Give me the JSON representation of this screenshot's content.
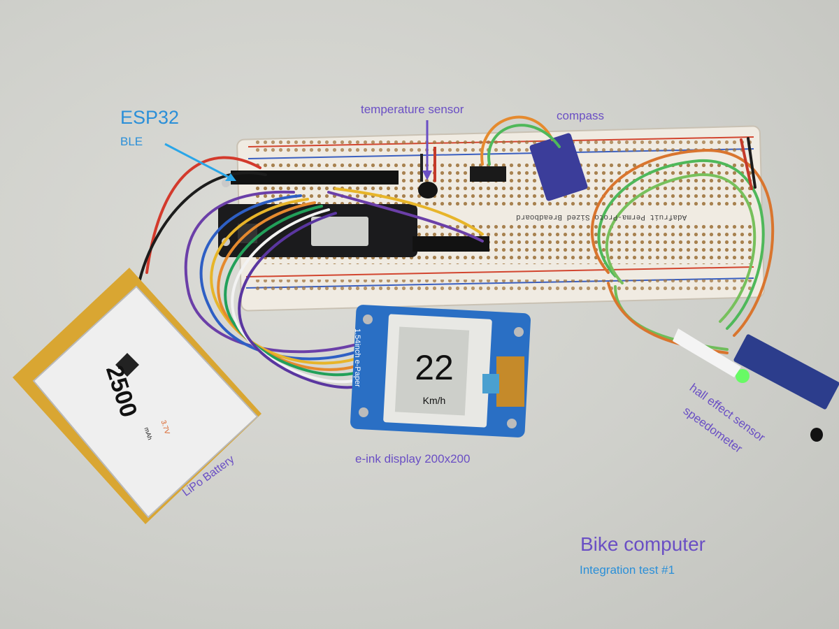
{
  "labels": {
    "esp32": "ESP32",
    "ble": "BLE",
    "temperature_sensor": "temperature sensor",
    "compass": "compass",
    "eink_display": "e-ink display 200x200",
    "lipo_battery": "LiPo Battery",
    "hall_effect": "hall effect sensor",
    "speedometer": "speedometer",
    "title": "Bike computer",
    "subtitle": "Integration test #1"
  },
  "screen": {
    "value": "22",
    "unit": "Km/h"
  },
  "breadboard_text": "Adafruit Perma-Proto Sized Breadboard",
  "display_module_text": "1.54inch e-Paper",
  "battery": {
    "capacity": "2500",
    "unit": "mAh",
    "voltage": "3.7V"
  },
  "colors": {
    "label_purple": "#6a4fc4",
    "label_blue": "#2a8fd8",
    "arrow_blue": "#2aa6e8",
    "arrow_purple": "#6a4fc4"
  }
}
